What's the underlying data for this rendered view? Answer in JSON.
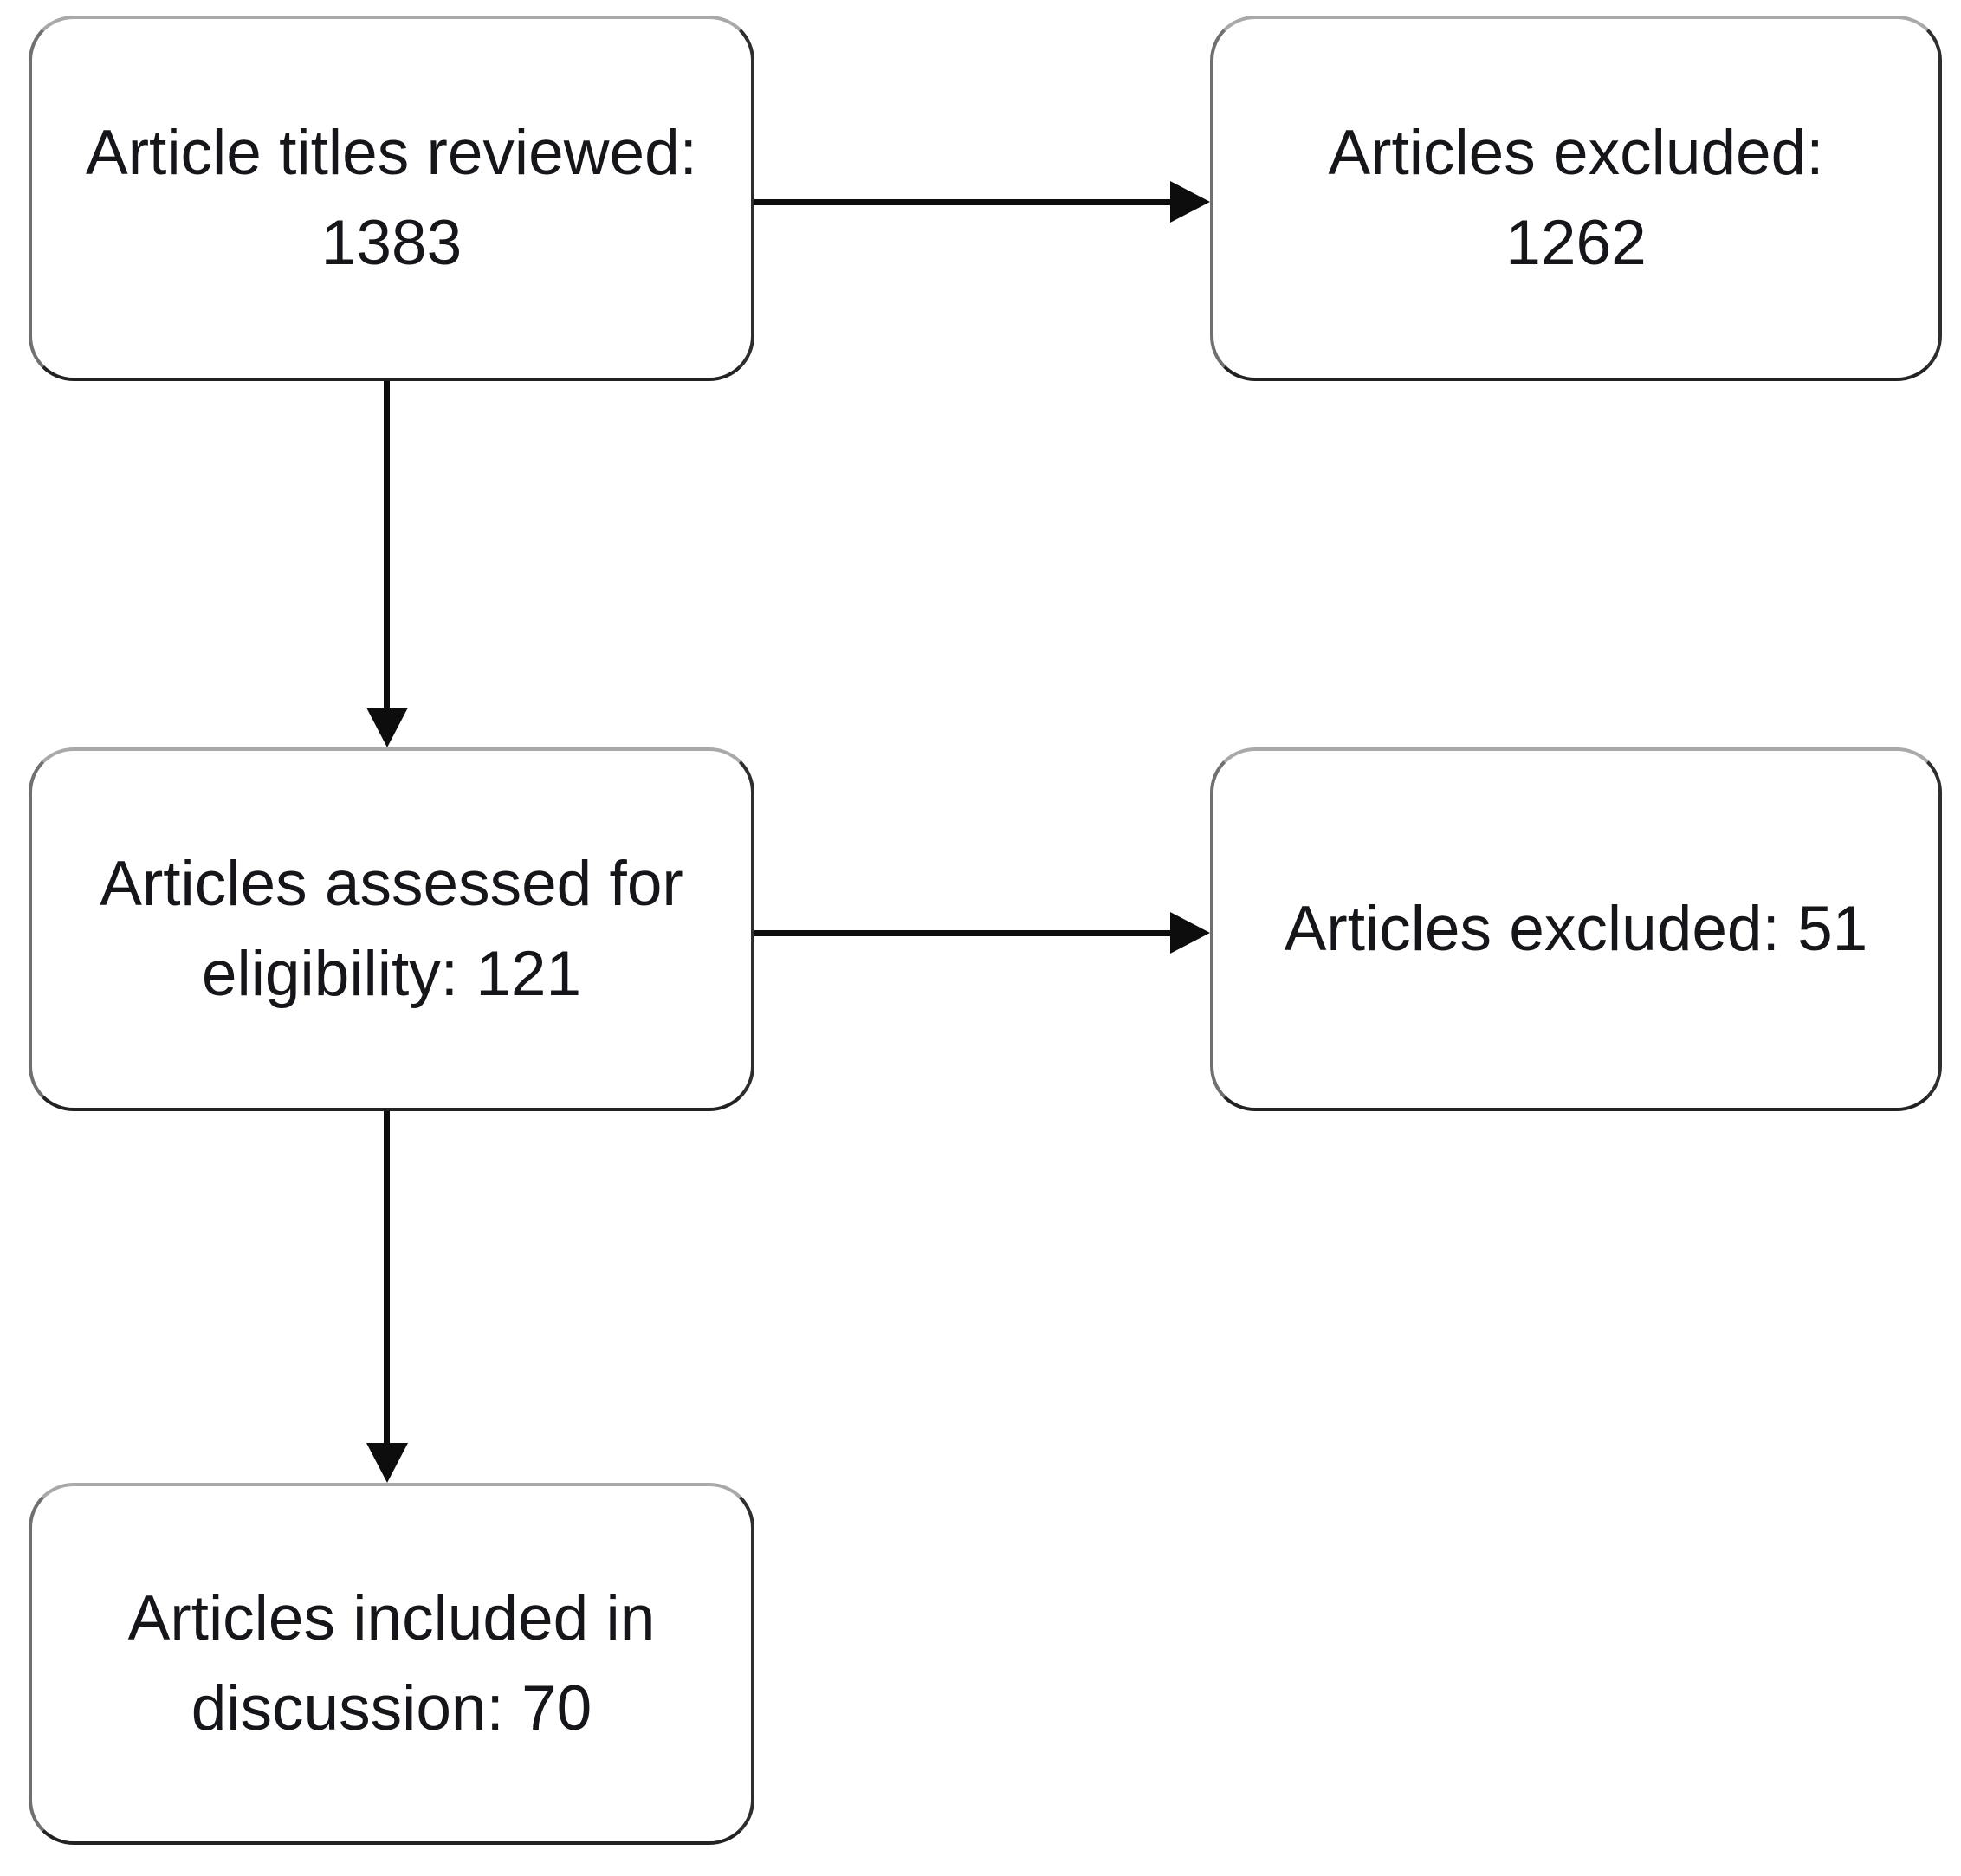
{
  "diagram": {
    "type": "flowchart",
    "nodes": {
      "titles_reviewed": {
        "line1": "Article titles reviewed:",
        "line2": "1383"
      },
      "excluded_primary": {
        "line1": "Articles excluded:",
        "line2": "1262"
      },
      "assessed": {
        "line1": "Articles assessed for",
        "line2": "eligibility: 121"
      },
      "excluded_secondary": {
        "line1": "Articles excluded: 51"
      },
      "included": {
        "line1": "Articles included in",
        "line2": "discussion: 70"
      }
    },
    "edges": [
      {
        "from": "titles_reviewed",
        "to": "excluded_primary",
        "direction": "right"
      },
      {
        "from": "titles_reviewed",
        "to": "assessed",
        "direction": "down"
      },
      {
        "from": "assessed",
        "to": "excluded_secondary",
        "direction": "right"
      },
      {
        "from": "assessed",
        "to": "included",
        "direction": "down"
      }
    ],
    "colors": {
      "background": "#ffffff",
      "box_fill": "#ffffff",
      "box_border": "#4f4f4f",
      "box_border_top": "#a9a9a9",
      "text": "#15151a",
      "arrow": "#0d0d0d"
    }
  }
}
